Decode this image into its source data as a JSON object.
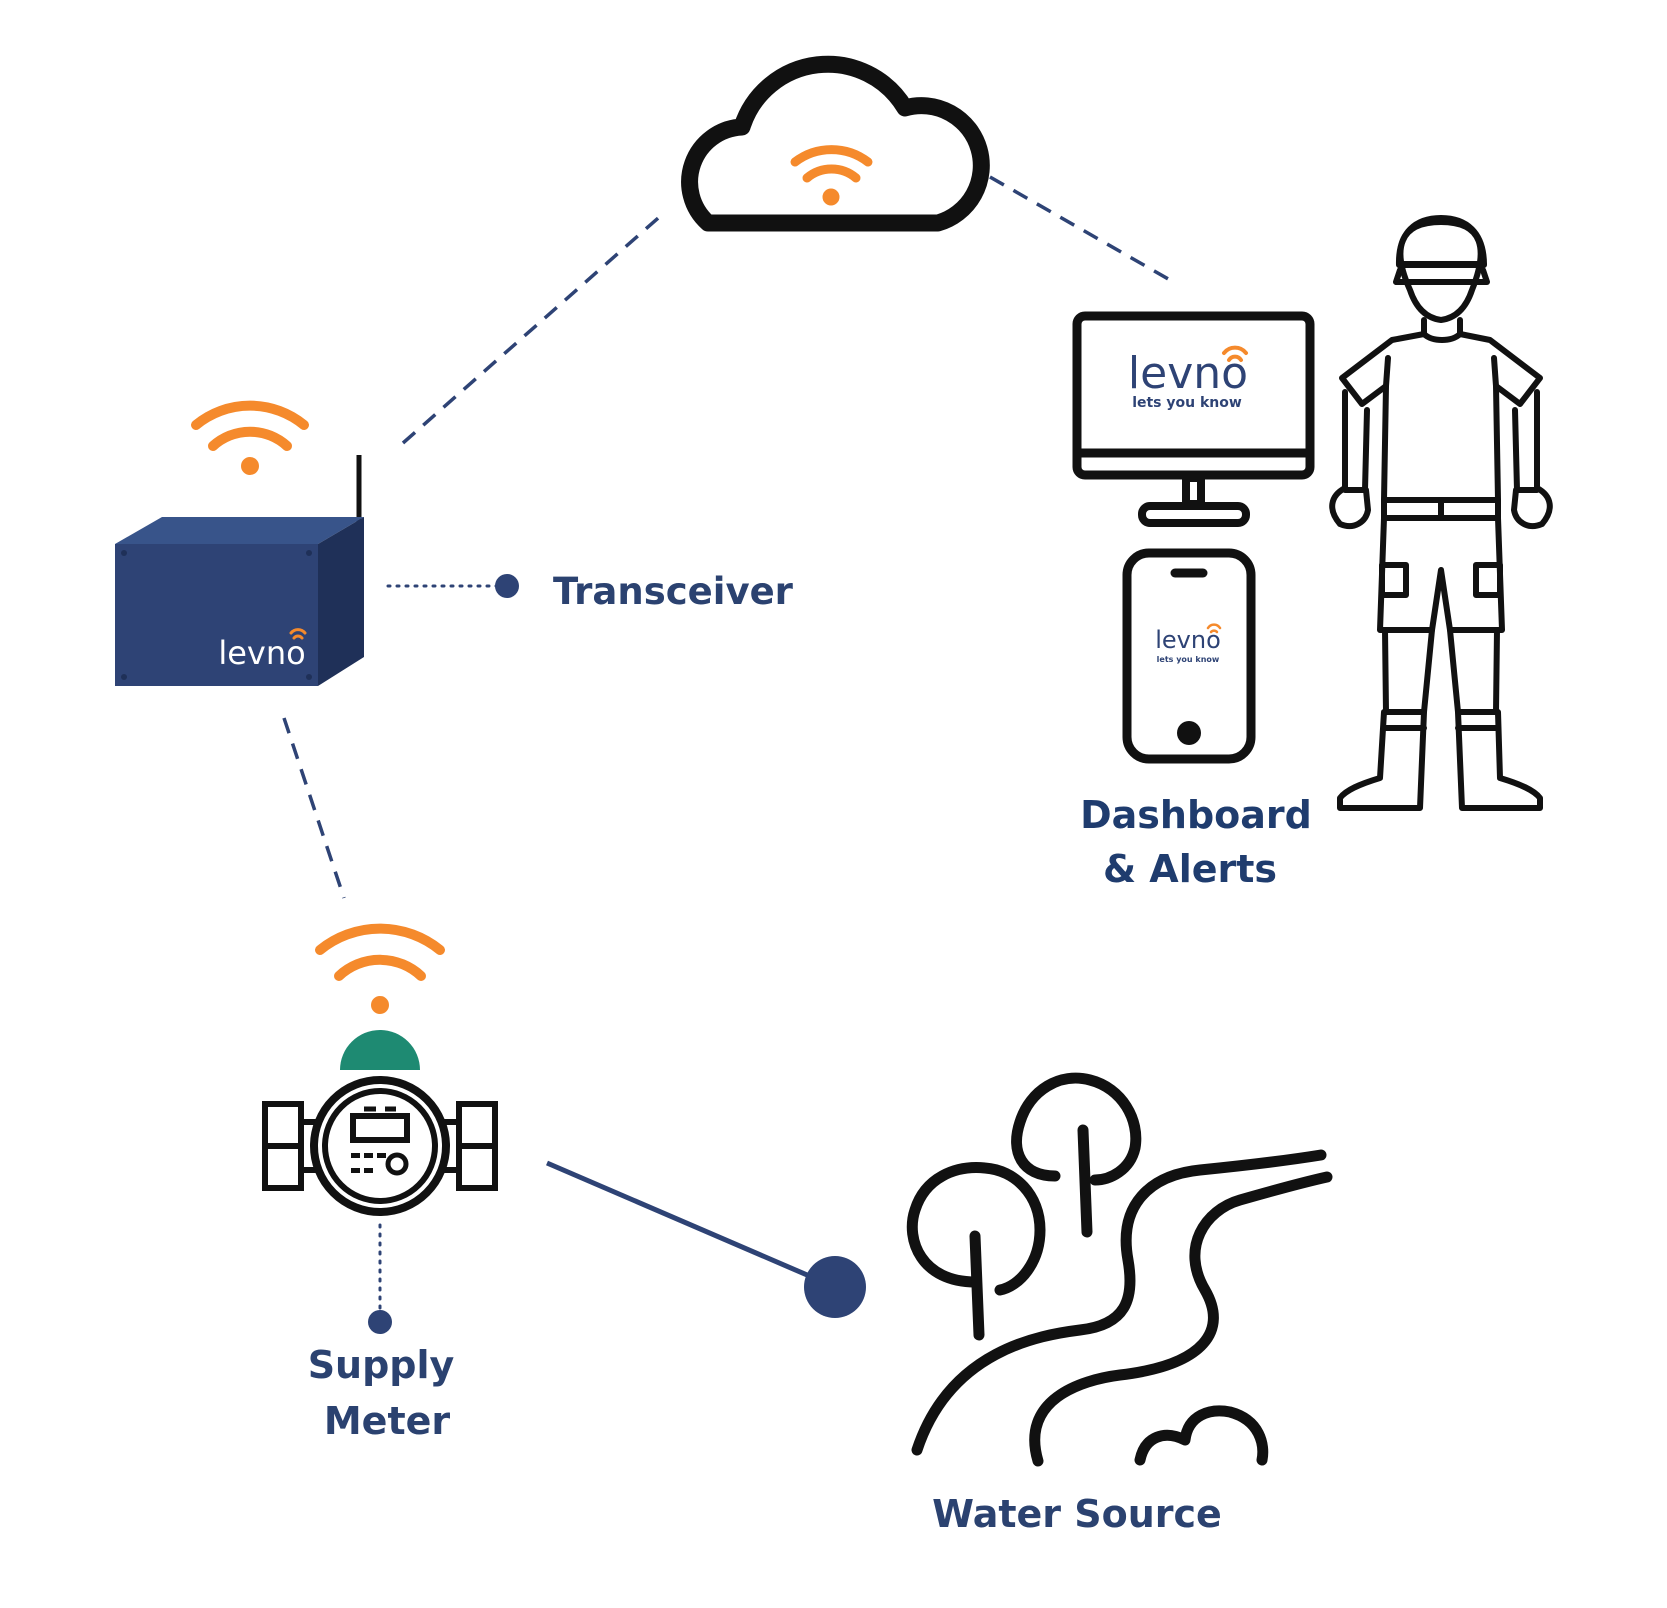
{
  "colors": {
    "navy": "#2e4375",
    "label_navy": "#2b4270",
    "orange": "#f58a2c",
    "teal": "#1e8a72",
    "black": "#111111",
    "box_dark": "#263963"
  },
  "labels": {
    "transceiver": "Transceiver",
    "dashboard_line1": "Dashboard",
    "dashboard_line2": "& Alerts",
    "supply_line1": "Supply",
    "supply_line2": "Meter",
    "water_source": "Water Source"
  },
  "branding": {
    "logo": "levno",
    "tagline": "lets you know"
  },
  "icons": [
    "cloud-icon",
    "wifi-icon",
    "transceiver-box-icon",
    "monitor-icon",
    "phone-icon",
    "farmer-icon",
    "water-meter-icon",
    "water-source-icon"
  ]
}
